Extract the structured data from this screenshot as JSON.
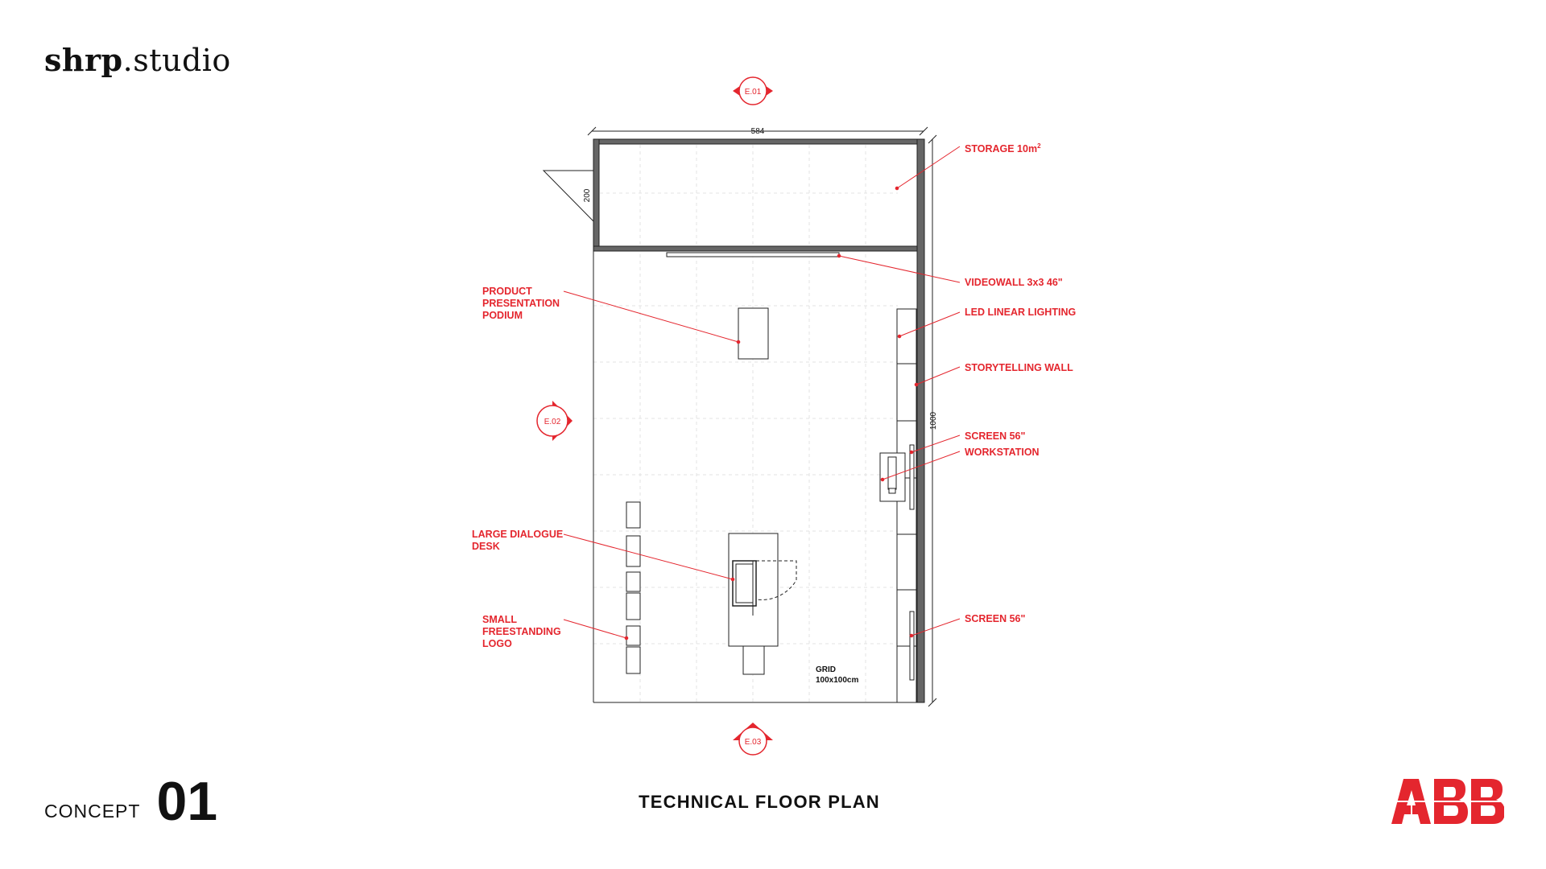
{
  "brand": {
    "studio_name_bold": "shrp",
    "studio_name_rest": ".studio",
    "client_logo": "ABB"
  },
  "footer": {
    "concept_label": "CONCEPT",
    "concept_number": "01",
    "title": "TECHNICAL FLOOR PLAN"
  },
  "plan": {
    "dimensions": {
      "width": "584",
      "depth": "1000",
      "storage_depth": "200"
    },
    "grid_label_line1": "GRID",
    "grid_label_line2": "100x100cm",
    "elevation_markers": [
      "E.01",
      "E.02",
      "E.03"
    ],
    "labels": {
      "storage": "STORAGE 10m",
      "storage_sup": "2",
      "videowall": "VIDEOWALL 3x3 46\"",
      "led": "LED LINEAR LIGHTING",
      "storytelling": "STORYTELLING WALL",
      "screen_top": "SCREEN 56\"",
      "workstation": "WORKSTATION",
      "screen_bottom": "SCREEN 56\"",
      "podium_l1": "PRODUCT",
      "podium_l2": "PRESENTATION",
      "podium_l3": "PODIUM",
      "desk_l1": "LARGE DIALOGUE",
      "desk_l2": "DESK",
      "logo_l1": "SMALL",
      "logo_l2": "FREESTANDING",
      "logo_l3": "LOGO"
    },
    "colors": {
      "annotation": "#e4262e",
      "lines": "#222222"
    }
  }
}
